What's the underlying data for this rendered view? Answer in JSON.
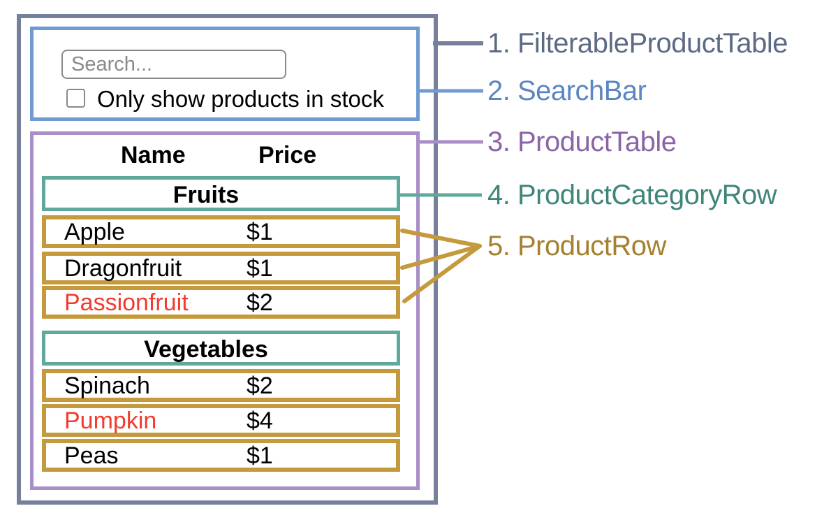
{
  "colors": {
    "outline_border": "#76809B",
    "outline_label": "#5C6A84",
    "searchbar_border": "#6F9BD1",
    "searchbar_label": "#5B86C3",
    "table_border": "#A98FC7",
    "table_label": "#8B64A8",
    "category_border": "#5FA99C",
    "category_label": "#3E857A",
    "row_border": "#C49A3D",
    "row_label": "#A5812F",
    "oos": "#F23B2F"
  },
  "search": {
    "placeholder": "Search...",
    "checkbox_label": "Only show products in stock"
  },
  "table": {
    "columns": [
      "Name",
      "Price"
    ],
    "sections": [
      {
        "category": "Fruits",
        "rows": [
          {
            "name": "Apple",
            "price": "$1"
          },
          {
            "name": "Dragonfruit",
            "price": "$1"
          },
          {
            "name": "Passionfruit",
            "price": "$2",
            "out_of_stock": true
          }
        ]
      },
      {
        "category": "Vegetables",
        "rows": [
          {
            "name": "Spinach",
            "price": "$2"
          },
          {
            "name": "Pumpkin",
            "price": "$4",
            "out_of_stock": true
          },
          {
            "name": "Peas",
            "price": "$1"
          }
        ]
      }
    ]
  },
  "legend": [
    {
      "label": "1. FilterableProductTable"
    },
    {
      "label": "2. SearchBar"
    },
    {
      "label": "3. ProductTable"
    },
    {
      "label": "4. ProductCategoryRow"
    },
    {
      "label": "5. ProductRow"
    }
  ]
}
